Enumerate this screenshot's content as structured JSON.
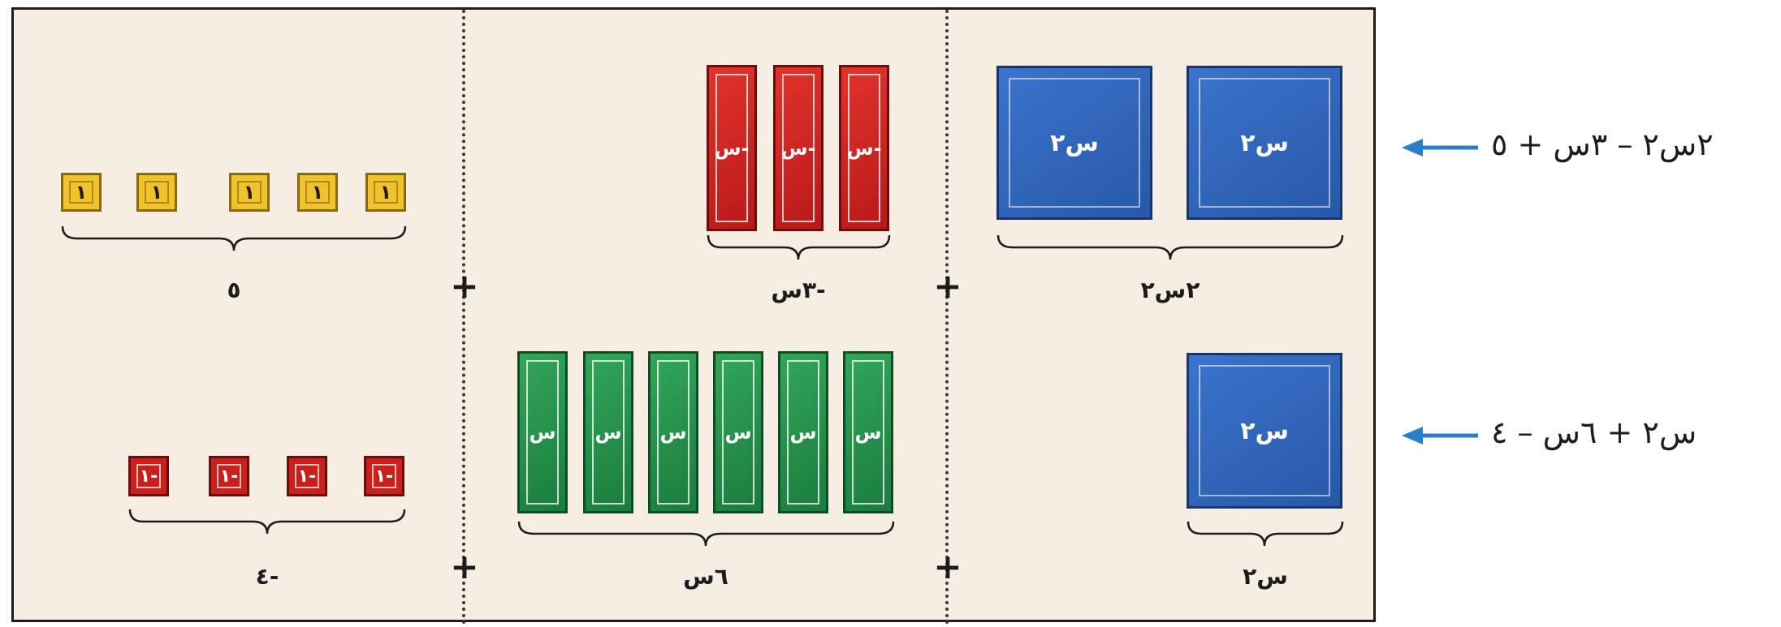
{
  "row1": {
    "expression": "٢س٢ – ٣س + ٥",
    "x2_tile_label": "س٢",
    "x_tile_label": "-س",
    "unit_tile_label": "١",
    "group_labels": {
      "x2": "٢س٢",
      "x": "-٣س",
      "units": "٥"
    }
  },
  "row2": {
    "expression": "س٢ + ٦س – ٤",
    "x2_tile_label": "س٢",
    "x_tile_label": "س",
    "unit_tile_label": "-١",
    "group_labels": {
      "x2": "س٢",
      "x": "٦س",
      "units": "-٤"
    }
  },
  "operator": "+",
  "colors": {
    "board": "#f6ede3",
    "x2_tile": "#2f67bf",
    "negative": "#c9201d",
    "positive_x": "#23914a",
    "positive_unit": "#f0c22c",
    "arrow": "#2a7fc9"
  }
}
